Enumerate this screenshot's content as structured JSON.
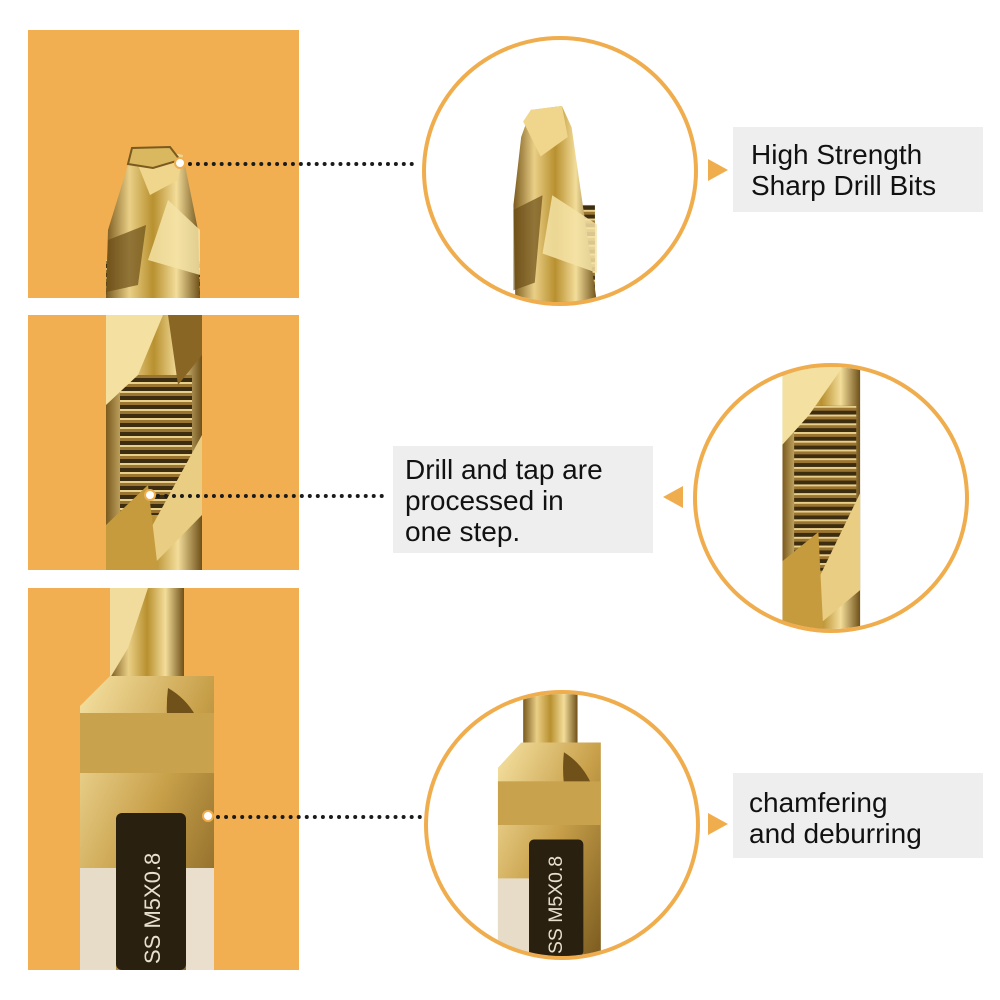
{
  "features": [
    {
      "label_lines": [
        "High Strength",
        "Sharp Drill Bits"
      ]
    },
    {
      "label_lines": [
        "Drill and tap are",
        "processed in",
        "one step."
      ]
    },
    {
      "label_lines": [
        "chamfering",
        "and deburring"
      ]
    }
  ],
  "shank_marking": "SS M5X0.8",
  "colors": {
    "panel_background": "#f1af52",
    "accent": "#f0ad4e",
    "label_background": "#eeeeee",
    "text": "#111111",
    "titanium_gold": "#c9a24a"
  }
}
